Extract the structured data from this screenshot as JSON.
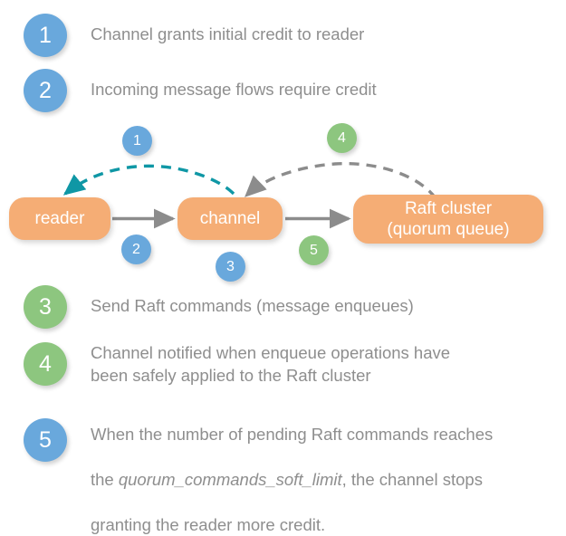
{
  "colors": {
    "badge_blue": "#69a8dc",
    "badge_green": "#8dc67f",
    "node_orange": "#f5ad75",
    "text_gray": "#8e8e8e",
    "arrow_gray": "#8c8c8c",
    "arrow_teal": "#0f97a5",
    "node_text": "#ffffff",
    "background": "#ffffff"
  },
  "legend_top": [
    {
      "number": "1",
      "color": "blue",
      "text": "Channel grants initial credit to reader"
    },
    {
      "number": "2",
      "color": "blue",
      "text": "Incoming message flows require credit"
    }
  ],
  "legend_bottom": [
    {
      "number": "3",
      "color": "green",
      "text": "Send Raft commands (message enqueues)"
    },
    {
      "number": "4",
      "color": "green",
      "text": "Channel notified when enqueue operations have\nbeen safely applied to the Raft cluster"
    }
  ],
  "legend_five": {
    "number": "5",
    "color": "blue",
    "line1_prefix": "When the number of pending Raft commands reaches",
    "line2_prefix": "the ",
    "line2_emphasis": "quorum_commands_soft_limit",
    "line2_suffix": ", the channel stops",
    "line3": "granting the reader more credit."
  },
  "diagram": {
    "nodes": [
      {
        "id": "reader",
        "label": "reader"
      },
      {
        "id": "channel",
        "label": "channel"
      },
      {
        "id": "raft",
        "label": "Raft cluster\n(quorum queue)"
      }
    ],
    "badges": [
      {
        "number": "1",
        "color": "blue",
        "name": "diagram-badge-1"
      },
      {
        "number": "4",
        "color": "green",
        "name": "diagram-badge-4"
      },
      {
        "number": "2",
        "color": "blue",
        "name": "diagram-badge-2"
      },
      {
        "number": "5",
        "color": "blue",
        "name": "diagram-badge-5"
      },
      {
        "number": "3",
        "color": "green",
        "name": "diagram-badge-3"
      }
    ],
    "edges": [
      {
        "name": "credit-grant-arrow",
        "from": "channel",
        "to": "reader",
        "style": "dashed",
        "color": "#0f97a5"
      },
      {
        "name": "message-flow-arrow",
        "from": "reader",
        "to": "channel",
        "style": "solid",
        "color": "#8c8c8c"
      },
      {
        "name": "raft-command-arrow",
        "from": "channel",
        "to": "raft",
        "style": "solid",
        "color": "#8c8c8c"
      },
      {
        "name": "raft-notification-arrow",
        "from": "raft",
        "to": "channel",
        "style": "dashed",
        "color": "#8c8c8c"
      }
    ]
  }
}
